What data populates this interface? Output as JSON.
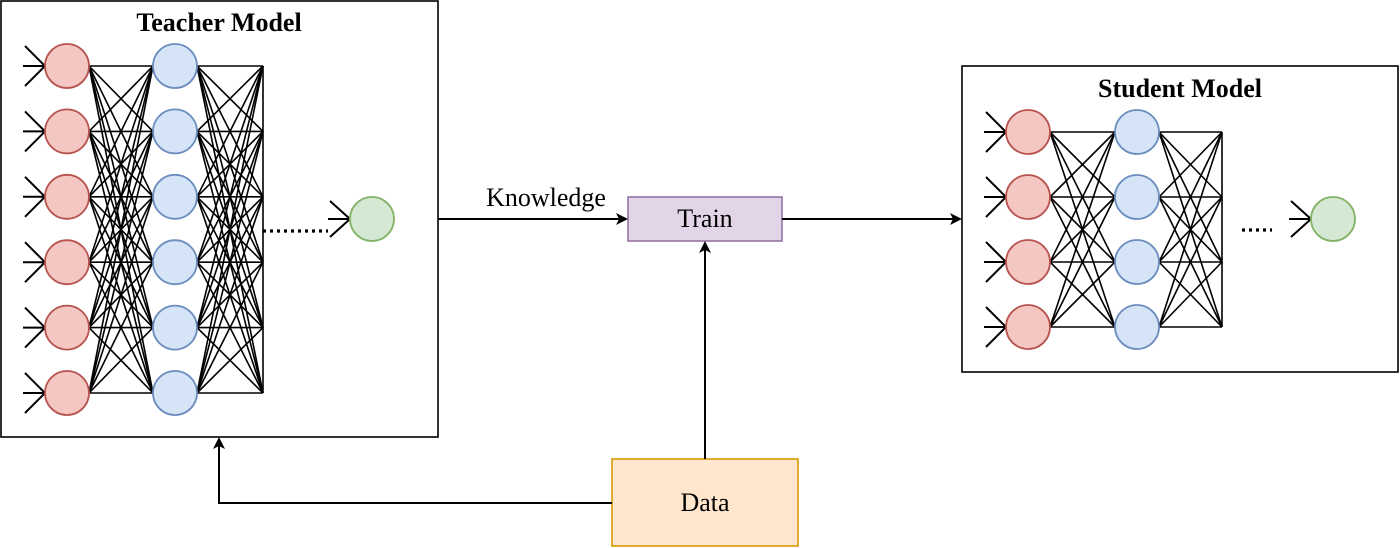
{
  "teacher": {
    "title": "Teacher Model",
    "layer_sizes": [
      6,
      6
    ],
    "input_color": "#f4c7c3",
    "input_stroke": "#b85450",
    "hidden_color": "#d6e4f8",
    "hidden_stroke": "#6c8ebf",
    "output_color": "#d5e8d4",
    "output_stroke": "#82b366"
  },
  "student": {
    "title": "Student Model",
    "layer_sizes": [
      4,
      4
    ]
  },
  "train": {
    "label": "Train",
    "fill": "#e1d5e7",
    "stroke": "#9673a6"
  },
  "data": {
    "label": "Data",
    "fill": "#ffe6cc",
    "stroke": "#d79b00"
  },
  "edges": {
    "knowledge_label": "Knowledge"
  }
}
